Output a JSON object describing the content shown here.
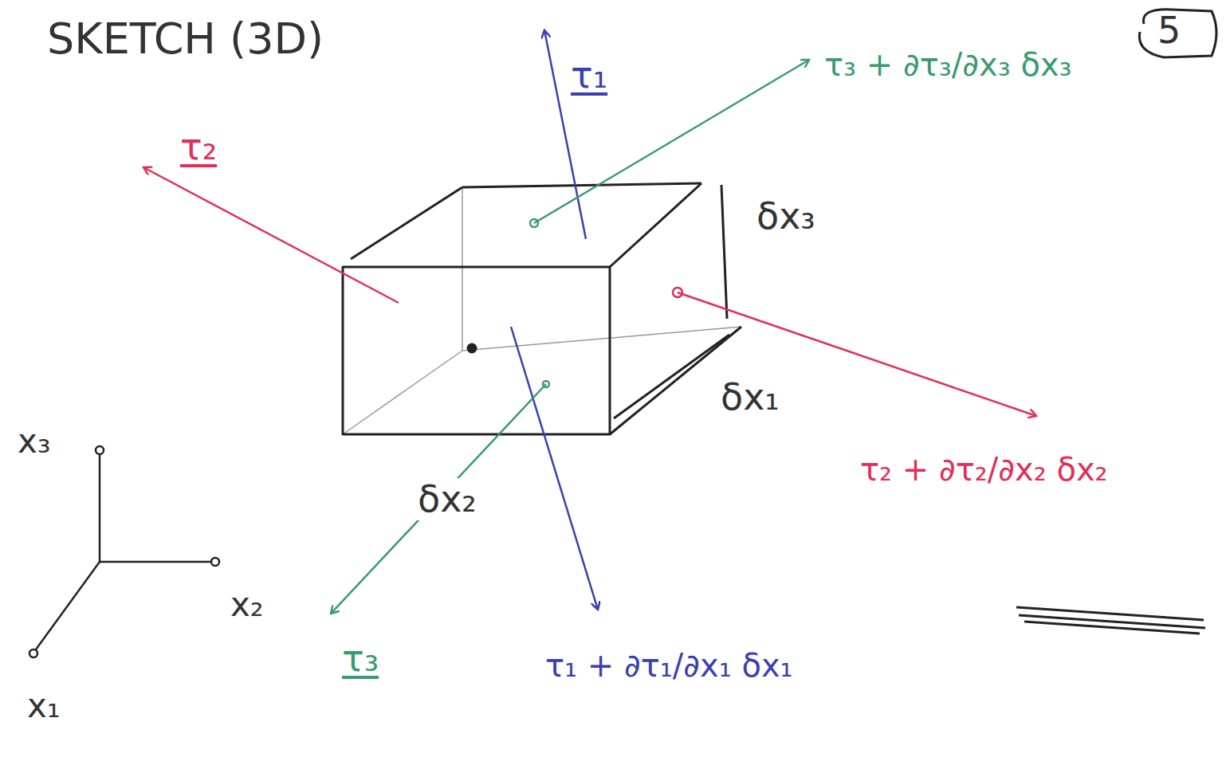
{
  "diagram": {
    "title": "SKETCH (3D)",
    "labels": [
      "5",
      "τ₁",
      "τ₃ + ∂τ₃/∂x₃ δx₃",
      "τ₂",
      "δx₃",
      "δx₁",
      "τ₂ + ∂τ₂/∂x₂ δx₂",
      "x₃",
      "x₂",
      "x₁",
      "δx₂",
      "τ₃",
      "τ₁ + ∂τ₁/∂x₁ δx₁"
    ]
  }
}
